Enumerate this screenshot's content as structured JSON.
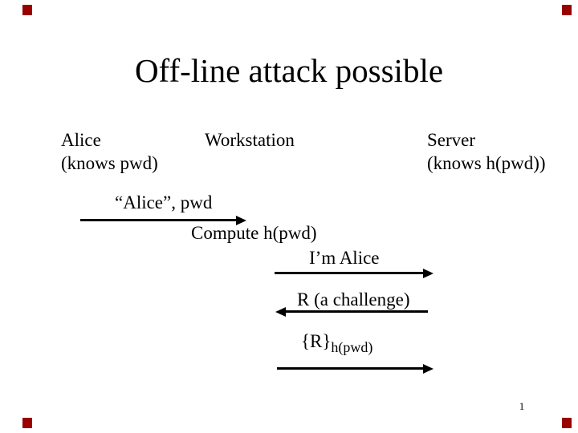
{
  "slide": {
    "title": "Off-line attack possible",
    "page_number": "1",
    "corner_mark_color": "#990000",
    "text_color": "#000000",
    "background_color": "#ffffff",
    "actors": [
      {
        "name": "Alice",
        "note": "(knows pwd)"
      },
      {
        "name": "Workstation",
        "note": ""
      },
      {
        "name": "Server",
        "note": "(knows h(pwd))"
      }
    ],
    "messages": [
      {
        "label": "“Alice”, pwd",
        "type": "message",
        "direction": "right",
        "from": "Alice",
        "to": "Workstation"
      },
      {
        "label": "Compute h(pwd)",
        "type": "action",
        "direction": "none",
        "from": "Workstation",
        "to": "Workstation"
      },
      {
        "label": "I’m Alice",
        "type": "message",
        "direction": "right",
        "from": "Workstation",
        "to": "Server"
      },
      {
        "label": "R (a challenge)",
        "type": "message",
        "direction": "left",
        "from": "Server",
        "to": "Workstation"
      },
      {
        "label": "{R}",
        "subscript": "h(pwd)",
        "type": "message",
        "direction": "right",
        "from": "Workstation",
        "to": "Server"
      }
    ]
  }
}
